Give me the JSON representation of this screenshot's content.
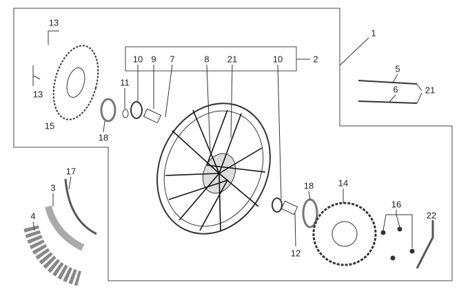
{
  "diagram": {
    "title": "Rear wheel exploded parts diagram",
    "callouts": [
      {
        "id": "c13a",
        "text": "13"
      },
      {
        "id": "c13b",
        "text": "13"
      },
      {
        "id": "c15",
        "text": "15"
      },
      {
        "id": "c18a",
        "text": "18"
      },
      {
        "id": "c11",
        "text": "11"
      },
      {
        "id": "c10a",
        "text": "10"
      },
      {
        "id": "c9",
        "text": "9"
      },
      {
        "id": "c7",
        "text": "7"
      },
      {
        "id": "c8",
        "text": "8"
      },
      {
        "id": "c21a",
        "text": "21"
      },
      {
        "id": "c10b",
        "text": "10"
      },
      {
        "id": "c2",
        "text": "2"
      },
      {
        "id": "c1",
        "text": "1"
      },
      {
        "id": "c5",
        "text": "5"
      },
      {
        "id": "c6",
        "text": "6"
      },
      {
        "id": "c21b",
        "text": "21"
      },
      {
        "id": "c17",
        "text": "17"
      },
      {
        "id": "c3",
        "text": "3"
      },
      {
        "id": "c4",
        "text": "4"
      },
      {
        "id": "c18b",
        "text": "18"
      },
      {
        "id": "c14",
        "text": "14"
      },
      {
        "id": "c16",
        "text": "16"
      },
      {
        "id": "c22",
        "text": "22"
      },
      {
        "id": "c12",
        "text": "12"
      }
    ]
  }
}
